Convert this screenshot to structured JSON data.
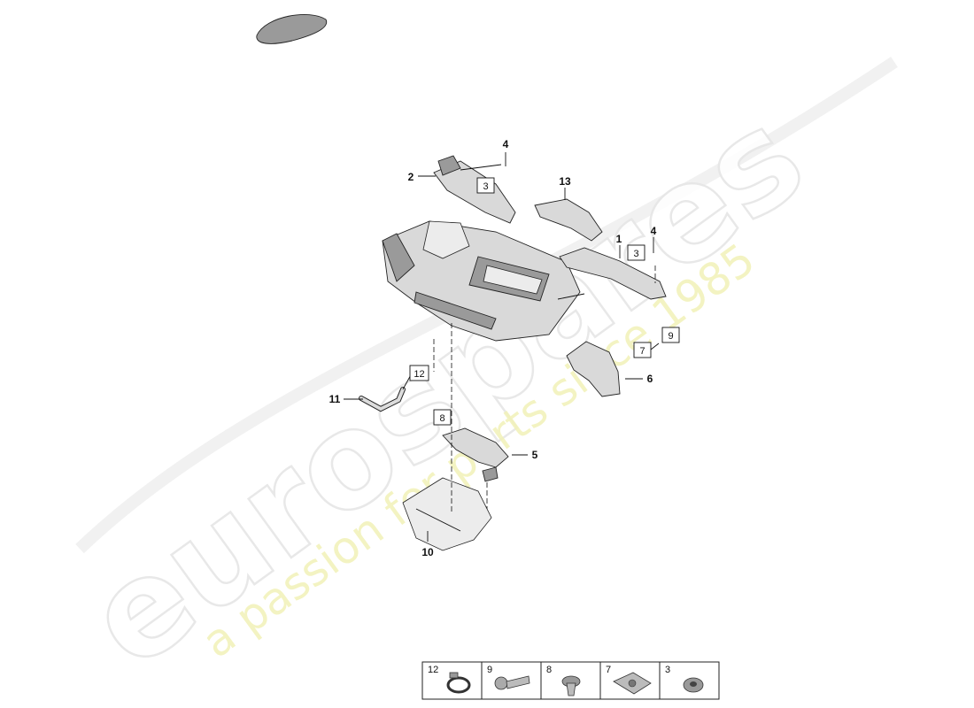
{
  "watermark": {
    "brand": "eurospares",
    "tagline": "a passion for parts since 1985"
  },
  "callouts": {
    "c1": "1",
    "c2": "2",
    "c4a": "4",
    "c4b": "4",
    "c5": "5",
    "c6": "6",
    "c10": "10",
    "c11": "11",
    "c13": "13"
  },
  "boxed_callouts": {
    "b3a": "3",
    "b3b": "3",
    "b7": "7",
    "b8": "8",
    "b9": "9",
    "b12": "12"
  },
  "legend": {
    "items": [
      {
        "number": "12",
        "icon": "hose-clamp-icon"
      },
      {
        "number": "9",
        "icon": "bolt-icon"
      },
      {
        "number": "8",
        "icon": "expanding-rivet-icon"
      },
      {
        "number": "7",
        "icon": "spring-clip-icon"
      },
      {
        "number": "3",
        "icon": "nut-icon"
      }
    ]
  },
  "colors": {
    "part_fill": "#d9d9d9",
    "part_dark": "#9a9a9a",
    "line": "#111111",
    "watermark_tagline": "#f2f2b8"
  }
}
